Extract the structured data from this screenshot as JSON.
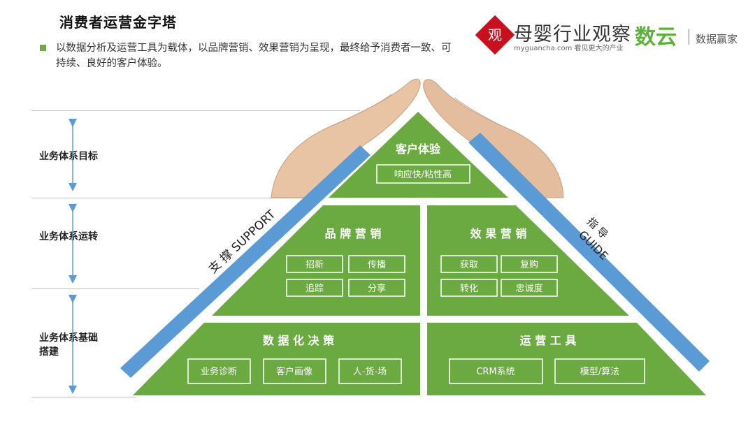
{
  "header": {
    "title": "消费者运营金字塔",
    "subtitle": "以数据分析及运营工具为载体，以品牌营销、效果营销为呈现，最终给予消费者一致、可持续、良好的客户体验。"
  },
  "logos": {
    "muying_char": "观",
    "muying_name": "母婴行业观察",
    "muying_url": "myguancha.com 看见更大的产业",
    "shuyun_name": "数云",
    "shuyun_tag": "数据赢家"
  },
  "rows": [
    {
      "label": "业务体系目标"
    },
    {
      "label": "业务体系运转"
    },
    {
      "label_line1": "业务体系基础",
      "label_line2": "搭建"
    }
  ],
  "pyramid": {
    "top": {
      "title": "客户体验",
      "items": [
        "响应快/粘性高"
      ]
    },
    "middle_left": {
      "title": "品 牌 营 销",
      "items": [
        "招新",
        "传播",
        "追踪",
        "分享"
      ]
    },
    "middle_right": {
      "title": "效 果 营 销",
      "items": [
        "获取",
        "复购",
        "转化",
        "忠诚度"
      ]
    },
    "bottom_left": {
      "title": "数 据 化 决 策",
      "items": [
        "业务诊断",
        "客户画像",
        "人-货-场"
      ]
    },
    "bottom_right": {
      "title": "运 营 工 具",
      "items": [
        "CRM系统",
        "模型/算法"
      ]
    }
  },
  "side_labels": {
    "support": "支 撑 SUPPORT",
    "guide_cn": "指 导",
    "guide_en": "GUIDE"
  },
  "colors": {
    "green": "#6aaa40",
    "blue": "#5b9bd5",
    "accent_green": "#5db03a",
    "logo_red": "#c8101e"
  }
}
